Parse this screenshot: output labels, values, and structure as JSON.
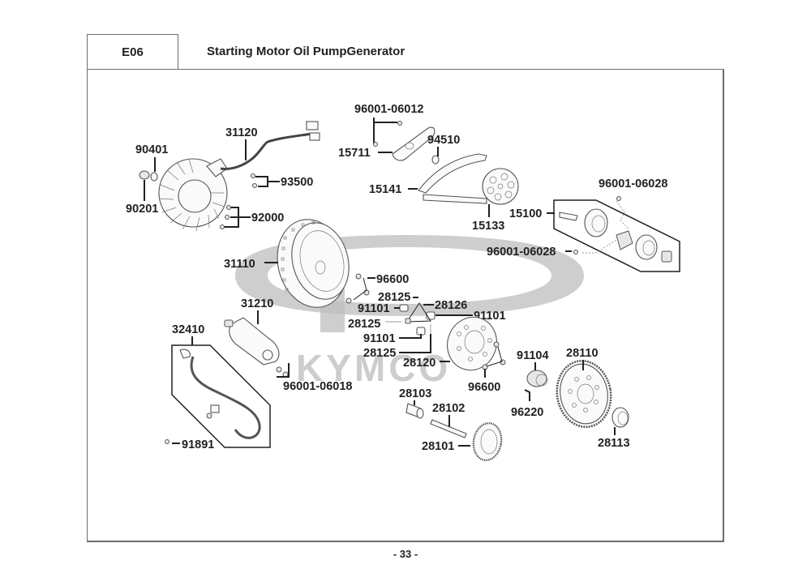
{
  "header": {
    "section_code": "E06",
    "title": "Starting Motor  Oil PumpGenerator"
  },
  "watermark": {
    "brand": "KYMCO",
    "color": "#bdbdbd"
  },
  "callouts": [
    {
      "id": "c-31120",
      "part_no": "31120",
      "part": "stator-harness"
    },
    {
      "id": "c-90401",
      "part_no": "90401",
      "part": "washer"
    },
    {
      "id": "c-90201",
      "part_no": "90201",
      "part": "collar"
    },
    {
      "id": "c-93500",
      "part_no": "93500",
      "part": "screw"
    },
    {
      "id": "c-92000",
      "part_no": "92000",
      "part": "bolt"
    },
    {
      "id": "c-96001-06012",
      "part_no": "96001-06012",
      "part": "bolt"
    },
    {
      "id": "c-15711",
      "part_no": "15711",
      "part": "pump-cover"
    },
    {
      "id": "c-94510",
      "part_no": "94510",
      "part": "circlip"
    },
    {
      "id": "c-15141",
      "part_no": "15141",
      "part": "chain"
    },
    {
      "id": "c-15133",
      "part_no": "15133",
      "part": "sprocket"
    },
    {
      "id": "c-96001-06028-a",
      "part_no": "96001-06028",
      "part": "bolt"
    },
    {
      "id": "c-15100",
      "part_no": "15100",
      "part": "oil-pump-assy"
    },
    {
      "id": "c-96001-06028-b",
      "part_no": "96001-06028",
      "part": "bolt"
    },
    {
      "id": "c-31110",
      "part_no": "31110",
      "part": "flywheel"
    },
    {
      "id": "c-96600-a",
      "part_no": "96600",
      "part": "bolt"
    },
    {
      "id": "c-28125-a",
      "part_no": "28125",
      "part": "spring"
    },
    {
      "id": "c-28126",
      "part_no": "28126",
      "part": "spring-cap"
    },
    {
      "id": "c-91101-a",
      "part_no": "91101",
      "part": "roller"
    },
    {
      "id": "c-91101-b",
      "part_no": "91101",
      "part": "roller"
    },
    {
      "id": "c-28125-b",
      "part_no": "28125",
      "part": "spring"
    },
    {
      "id": "c-91101-c",
      "part_no": "91101",
      "part": "roller"
    },
    {
      "id": "c-28125-c",
      "part_no": "28125",
      "part": "spring"
    },
    {
      "id": "c-28120",
      "part_no": "28120",
      "part": "starter-clutch"
    },
    {
      "id": "c-31210",
      "part_no": "31210",
      "part": "starting-motor"
    },
    {
      "id": "c-32410",
      "part_no": "32410",
      "part": "starter-cable"
    },
    {
      "id": "c-96001-06018",
      "part_no": "96001-06018",
      "part": "bolt"
    },
    {
      "id": "c-91891",
      "part_no": "91891",
      "part": "bolt"
    },
    {
      "id": "c-96600-b",
      "part_no": "96600",
      "part": "bolt"
    },
    {
      "id": "c-91104",
      "part_no": "91104",
      "part": "needle-bearing"
    },
    {
      "id": "c-28110",
      "part_no": "28110",
      "part": "starter-driven-gear"
    },
    {
      "id": "c-96220",
      "part_no": "96220",
      "part": "key"
    },
    {
      "id": "c-28103",
      "part_no": "28103",
      "part": "collar"
    },
    {
      "id": "c-28102",
      "part_no": "28102",
      "part": "shaft"
    },
    {
      "id": "c-28101",
      "part_no": "28101",
      "part": "idle-gear"
    },
    {
      "id": "c-28113",
      "part_no": "28113",
      "part": "bushing"
    }
  ],
  "footer": {
    "page_number": "- 33 -"
  }
}
